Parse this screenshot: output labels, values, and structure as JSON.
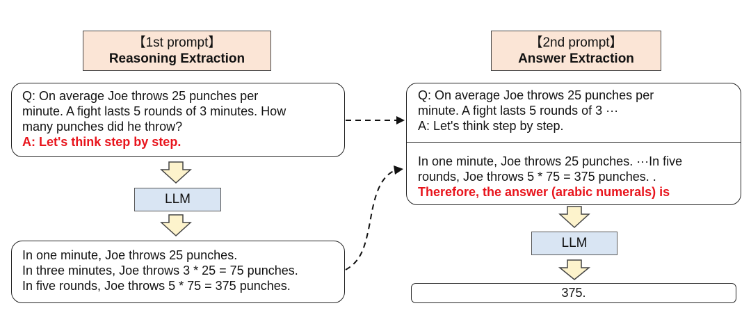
{
  "left": {
    "header": {
      "line1": "【1st prompt】",
      "line2": "Reasoning Extraction"
    },
    "question_lines": [
      "Q: On average Joe throws 25 punches per",
      "minute.  A fight lasts 5 rounds of 3 minutes.  How",
      "many punches did he throw?"
    ],
    "trigger": "A: Let's think step by step.",
    "llm_label": "LLM",
    "output_lines": [
      "In one minute, Joe throws 25 punches.",
      "In three minutes, Joe throws 3 * 25 = 75 punches.",
      "In five rounds, Joe throws 5 * 75 = 375 punches."
    ]
  },
  "right": {
    "header": {
      "line1": "【2nd prompt】",
      "line2": "Answer Extraction"
    },
    "top_lines": [
      "Q: On average Joe throws 25 punches per",
      "minute.  A fight lasts 5 rounds of 3 ···",
      "A: Let's think step by step."
    ],
    "bottom_lines": [
      "In one minute, Joe throws 25 punches. ···In five",
      "rounds, Joe throws 5 * 75 = 375 punches. ."
    ],
    "trigger": "Therefore, the answer (arabic numerals) is",
    "llm_label": "LLM",
    "answer": "375."
  },
  "colors": {
    "header_fill": "#fbe5d6",
    "llm_fill": "#d9e5f3",
    "arrow_fill": "#fdf3cc",
    "trigger_red": "#e8141c"
  }
}
